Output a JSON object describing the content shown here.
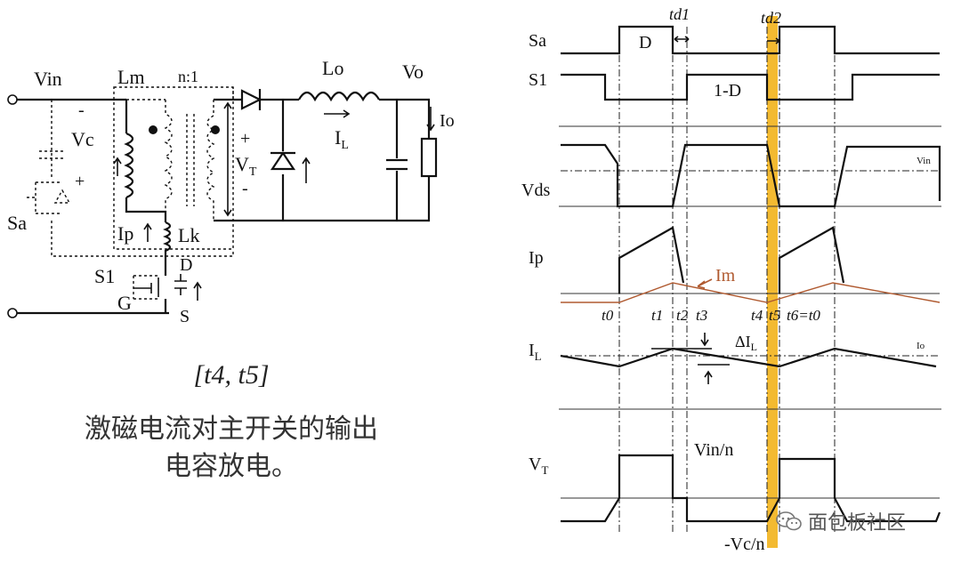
{
  "circuit": {
    "labels": {
      "vin": "Vin",
      "lm": "Lm",
      "ratio": "n:1",
      "lo": "Lo",
      "vo": "Vo",
      "io": "Io",
      "vc": "Vc",
      "minus_top": "-",
      "plus_top": "+",
      "plus_left": "+",
      "sa": "Sa",
      "vt": "V",
      "vt_sub": "T",
      "vt_minus": "-",
      "il": "I",
      "il_sub": "L",
      "ip": "Ip",
      "lk": "Lk",
      "s1": "S1",
      "d": "D",
      "g": "G",
      "s": "S"
    }
  },
  "caption": {
    "interval": "[t4, t5]",
    "line1": "激磁电流对主开关的输出",
    "line2": "电容放电。"
  },
  "timing": {
    "signals": {
      "sa": "Sa",
      "s1": "S1",
      "vds": "Vds",
      "ip": "Ip",
      "il": "I",
      "il_sub": "L",
      "vt": "V",
      "vt_sub": "T"
    },
    "annotations": {
      "d": "D",
      "one_minus_d": "1-D",
      "td1": "td1",
      "td2": "td2",
      "vin_small": "Vin",
      "im": "Im",
      "delta_il": "ΔI",
      "delta_il_sub": "L",
      "io_small": "Io",
      "vin_n": "Vin/n",
      "neg_vc_n": "-Vc/n"
    },
    "time_labels": {
      "t0": "t0",
      "t1": "t1",
      "t2": "t2",
      "t3": "t3",
      "t4": "t4",
      "t5": "t5",
      "t6": "t6=t0"
    },
    "highlight_color": "#f2b31b",
    "im_color": "#b05a30"
  },
  "watermark": {
    "text": "面包板社区"
  }
}
